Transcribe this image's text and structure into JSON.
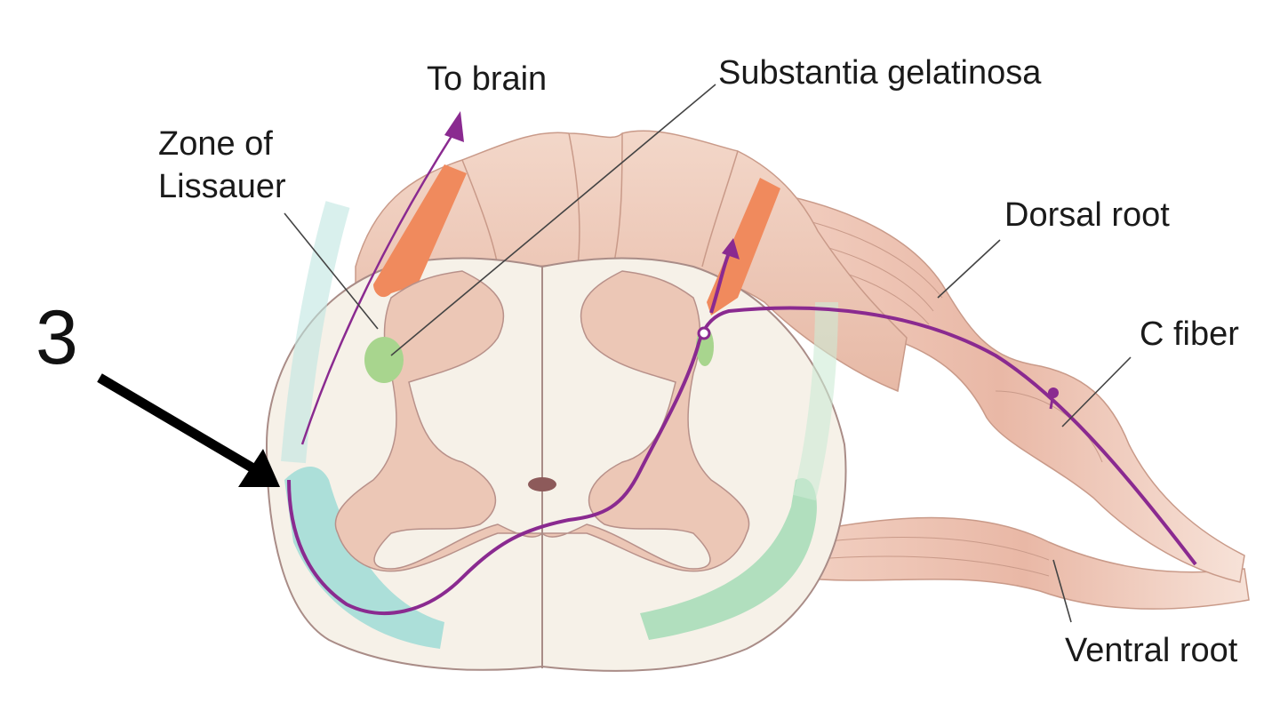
{
  "labels": {
    "to_brain": "To brain",
    "substantia_gelatinosa": "Substantia gelatinosa",
    "zone_line1": "Zone of",
    "zone_line2": "Lissauer",
    "dorsal_root": "Dorsal root",
    "c_fiber": "C fiber",
    "ventral_root": "Ventral root",
    "marker_number": "3"
  },
  "colors": {
    "white_matter": "#f6f1e8",
    "gray_matter": "#ecc7b6",
    "root_tissue": "#efc3b2",
    "tract_orange": "#f08a5d",
    "gelatinosa_green": "#a8d58e",
    "spinothalamic_teal": "#9fdcd6",
    "fiber_purple": "#8a2a90",
    "leader_line": "#444444"
  }
}
